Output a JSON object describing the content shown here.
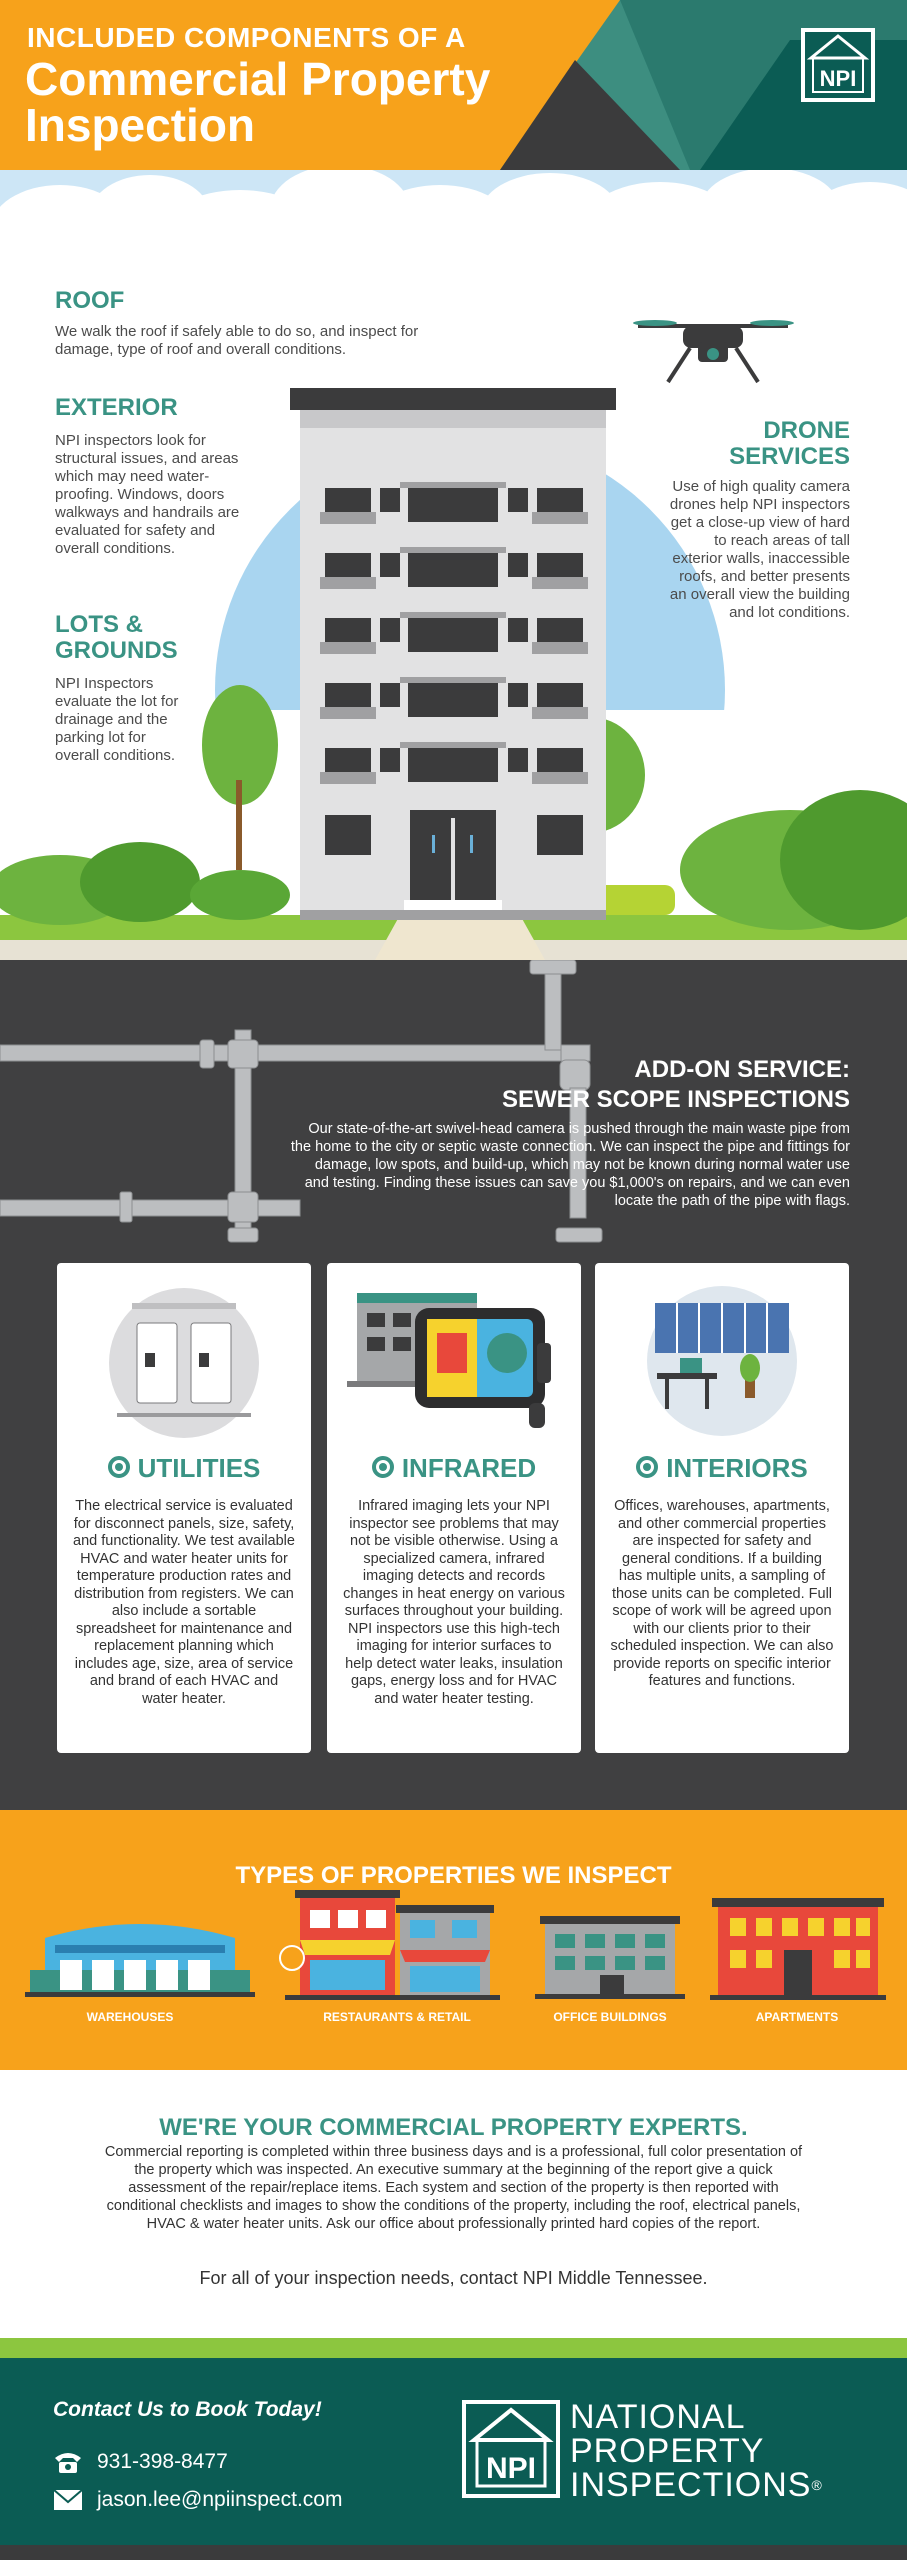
{
  "header": {
    "small_title": "INCLUDED COMPONENTS OF A",
    "big_title_line1": "Commercial Property",
    "big_title_line2": "Inspection",
    "logo_text": "NPI",
    "colors": {
      "orange": "#f7a21b",
      "teal": "#3a9384",
      "dark": "#404041"
    }
  },
  "building": {
    "roof": {
      "title": "ROOF",
      "text": "We walk the roof if safely able to do so, and inspect for damage, type of roof and overall conditions."
    },
    "exterior": {
      "title": "EXTERIOR",
      "text": "NPI inspectors look for structural issues, and areas which may need water-proofing. Windows, doors walkways and handrails are evaluated for safety and overall conditions."
    },
    "lots": {
      "title_line1": "LOTS &",
      "title_line2": "GROUNDS",
      "text": "NPI Inspectors evaluate the lot for drainage and the parking lot for overall conditions."
    },
    "drone": {
      "title_line1": "DRONE",
      "title_line2": "SERVICES",
      "text": "Use of high quality camera drones help NPI inspectors get a close-up view of hard to reach areas of tall exterior walls, inaccessible roofs, and better presents an overall view the building and lot conditions.",
      "icon": "drone-icon"
    }
  },
  "sewer": {
    "title_line1": "ADD-ON SERVICE:",
    "title_line2": "SEWER SCOPE INSPECTIONS",
    "text": "Our state-of-the-art swivel-head camera is pushed through the main waste pipe from the home to the city or septic waste connection. We can inspect the pipe and fittings for damage, low spots, and build-up, which may not be known during normal water use and testing. Finding these issues can save you $1,000's on repairs, and we can even locate the path of the pipe with flags."
  },
  "cards": [
    {
      "title": "UTILITIES",
      "text": "The electrical service is evaluated for disconnect panels, size, safety, and functionality. We test available HVAC and water heater units for temperature production rates and distribution from registers. We can also include a sortable spreadsheet for maintenance and replacement planning which includes age, size, area of service and brand of each HVAC and water heater."
    },
    {
      "title": "INFRARED",
      "text": "Infrared imaging lets your NPI inspector see problems that may not be visible otherwise. Using a specialized camera, infrared imaging detects and records changes in heat energy on various surfaces throughout your building. NPI inspectors use this high-tech imaging for interior surfaces to help detect water leaks, insulation gaps, energy loss and for HVAC and water heater testing."
    },
    {
      "title": "INTERIORS",
      "text": "Offices, warehouses, apartments, and other commercial properties are inspected for safety and general conditions. If a building has multiple units, a sampling of those units can be completed. Full scope of work will be agreed upon with our clients prior to their scheduled inspection. We can also provide reports on specific interior features and functions."
    }
  ],
  "types": {
    "title": "TYPES OF PROPERTIES WE INSPECT",
    "items": [
      "WAREHOUSES",
      "RESTAURANTS & RETAIL",
      "OFFICE BUILDINGS",
      "APARTMENTS"
    ]
  },
  "experts": {
    "title": "WE'RE YOUR COMMERCIAL PROPERTY EXPERTS.",
    "text": "Commercial reporting is completed within three business days and is a professional, full color presentation of the property which was inspected.  An executive summary at the beginning of the report give a quick assessment of the repair/replace items.  Each system and section of the property is then reported with conditional checklists and images to show the conditions of the property, including the roof, electrical panels, HVAC & water heater units.  Ask our office about professionally printed hard copies of the report.",
    "contact_line": "For all of your inspection needs, contact NPI Middle Tennessee."
  },
  "footer": {
    "heading": "Contact Us to Book Today!",
    "phone": "931-398-8477",
    "email": "jason.lee@npiinspect.com",
    "brand_line1": "NATIONAL",
    "brand_line2": "PROPERTY",
    "brand_line3": "INSPECTIONS",
    "brand_mark": "®",
    "logo_text": "NPI"
  }
}
